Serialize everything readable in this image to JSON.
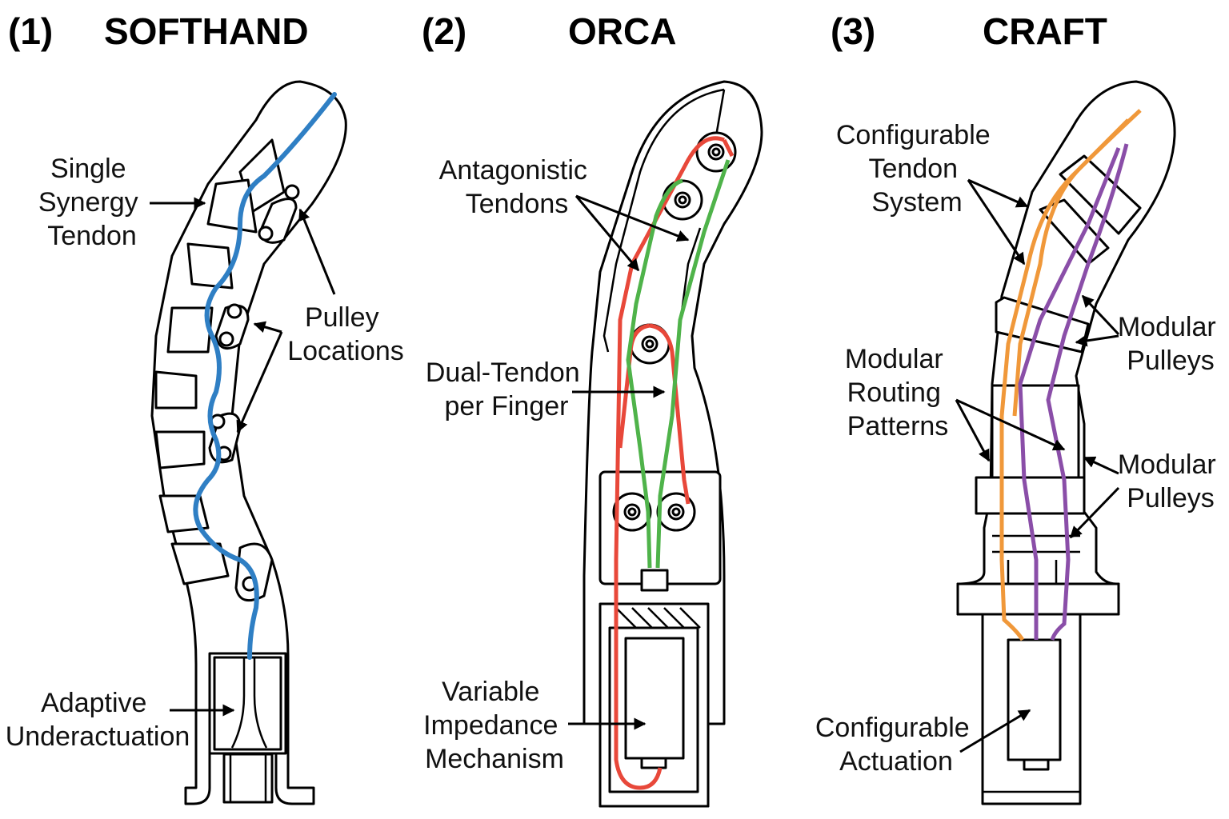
{
  "panels": [
    {
      "number": "(1)",
      "name": "SOFTHAND",
      "tendon_colors": [
        "#2f7fc4"
      ],
      "labels": {
        "l1": [
          "Single",
          "Synergy",
          "Tendon"
        ],
        "l2": [
          "Pulley",
          "Locations"
        ],
        "l3": [
          "Adaptive",
          "Underactuation"
        ]
      }
    },
    {
      "number": "(2)",
      "name": "ORCA",
      "tendon_colors": [
        "#e8483a",
        "#4fb34a"
      ],
      "labels": {
        "l1": [
          "Antagonistic",
          "Tendons"
        ],
        "l2": [
          "Dual-Tendon",
          "per Finger"
        ],
        "l3": [
          "Variable",
          "Impedance",
          "Mechanism"
        ]
      }
    },
    {
      "number": "(3)",
      "name": "CRAFT",
      "tendon_colors": [
        "#f0983a",
        "#8a4ea8"
      ],
      "labels": {
        "l1": [
          "Configurable",
          "Tendon",
          "System"
        ],
        "l2": [
          "Modular",
          "Routing",
          "Patterns"
        ],
        "l3": [
          "Modular",
          "Pulleys"
        ],
        "l4": [
          "Modular",
          "Pulleys"
        ],
        "l5": [
          "Configurable",
          "Actuation"
        ]
      }
    }
  ]
}
